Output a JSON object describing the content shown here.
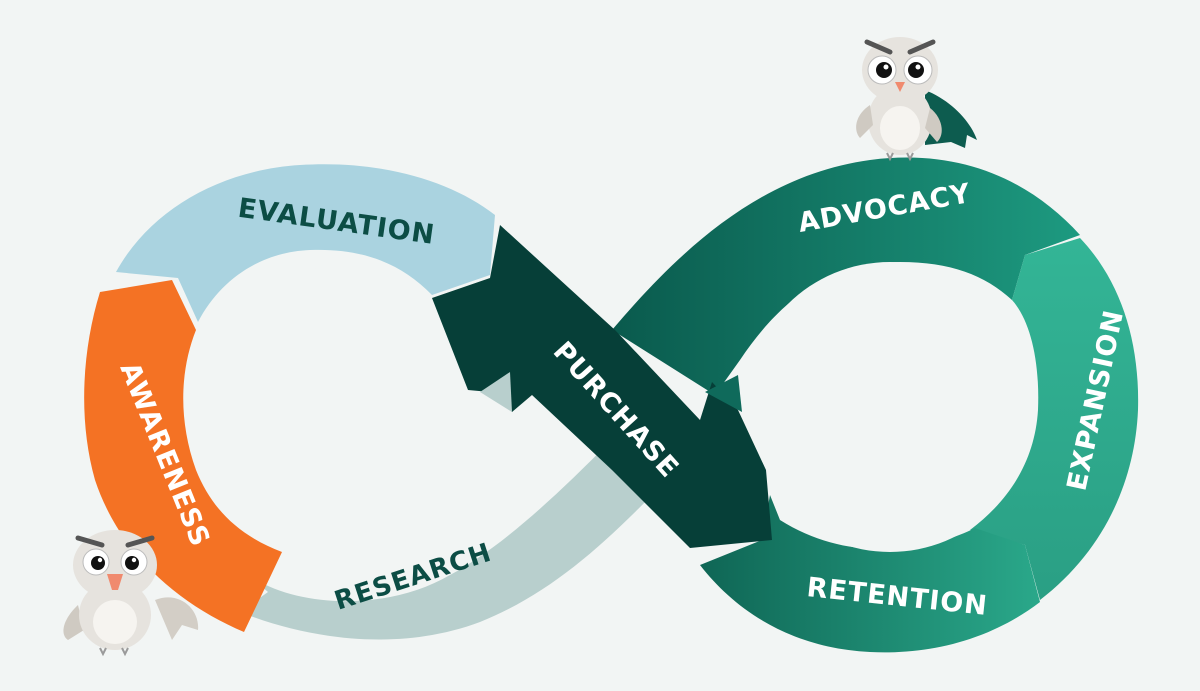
{
  "stages": {
    "evaluation": {
      "label": "EVALUATION",
      "color": "#aad3e0",
      "text_color": "#0c4d45"
    },
    "awareness": {
      "label": "AWARENESS",
      "color": "#f47224",
      "text_color": "#ffffff"
    },
    "research": {
      "label": "RESEARCH",
      "color": "#b8cfcd",
      "text_color": "#0c4d45"
    },
    "purchase": {
      "label": "PURCHASE",
      "color": "#063f38",
      "text_color": "#ffffff"
    },
    "advocacy": {
      "label": "ADVOCACY",
      "color": "#0f6a5b",
      "text_color": "#ffffff"
    },
    "expansion": {
      "label": "EXPANSION",
      "color": "#2fb092",
      "text_color": "#ffffff"
    },
    "retention": {
      "label": "RETENTION",
      "color": "#1d8a74",
      "text_color": "#ffffff"
    }
  },
  "background": "#f2f5f4",
  "mascots": [
    "owl-mascot-top",
    "owl-mascot-bottom-left"
  ]
}
